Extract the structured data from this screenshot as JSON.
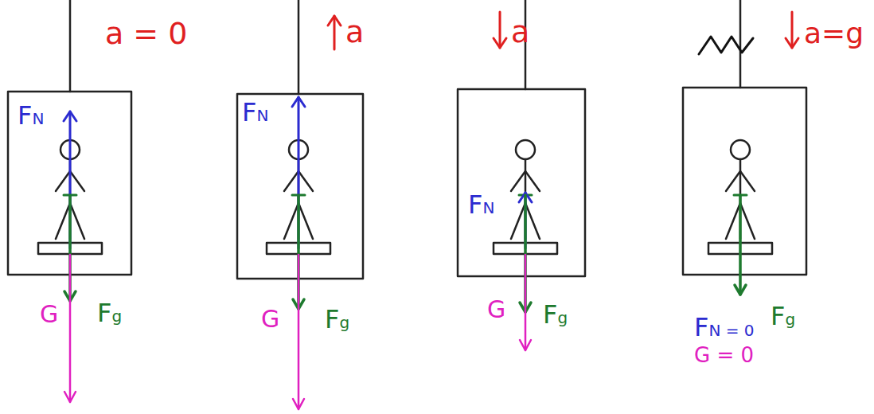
{
  "diagram": {
    "labels": [
      "a = 0",
      "FN",
      "G",
      "Fg",
      "a",
      "FN",
      "G",
      "Fg",
      "a",
      "FN",
      "G",
      "Fg",
      "a=g",
      "FN = 0",
      "G = 0",
      "Fg"
    ]
  }
}
